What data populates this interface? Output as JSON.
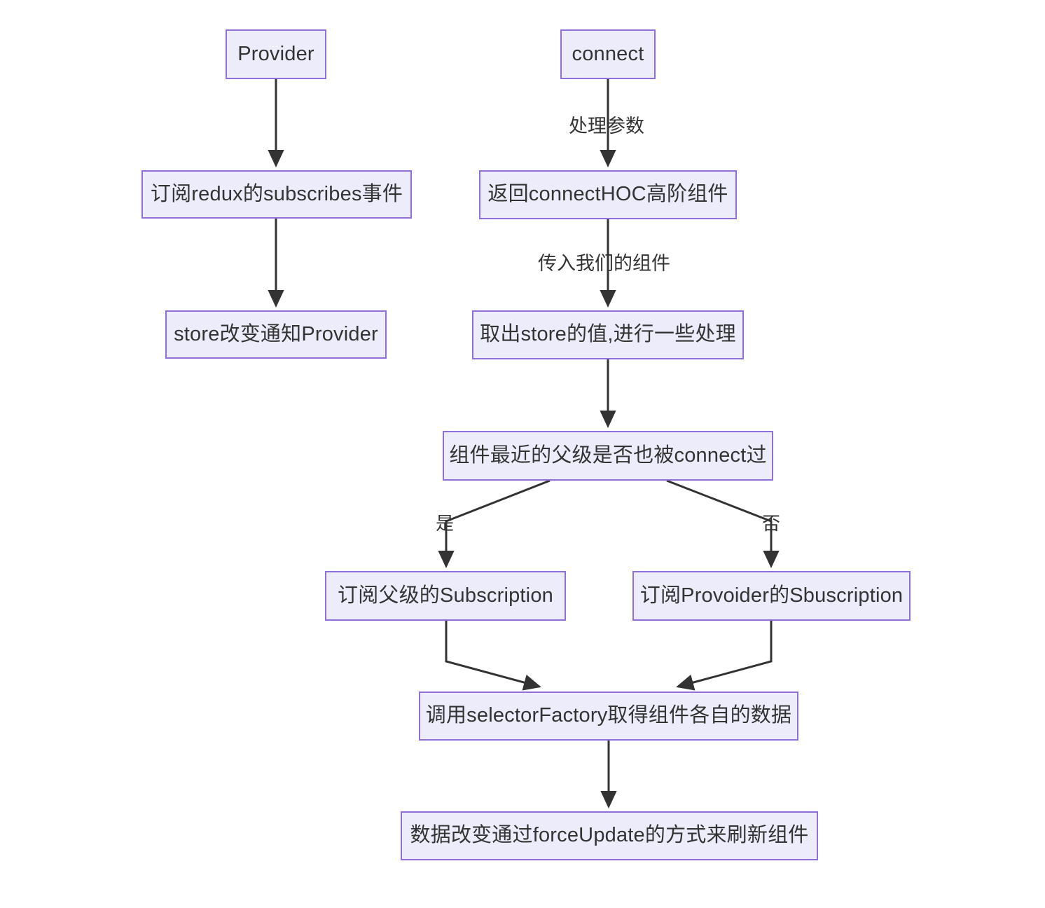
{
  "diagram": {
    "title": "react-redux flow",
    "colors": {
      "node_fill": "#ececfb",
      "node_border": "#9070d8",
      "edge_stroke": "#333333",
      "text": "#333333",
      "background": "#ffffff"
    },
    "nodes": [
      {
        "id": "provider",
        "label": "Provider"
      },
      {
        "id": "subscribe",
        "label": "订阅redux的subscribes事件"
      },
      {
        "id": "store-notify",
        "label": "store改变通知Provider"
      },
      {
        "id": "connect",
        "label": "connect"
      },
      {
        "id": "return-hoc",
        "label": "返回connectHOC高阶组件"
      },
      {
        "id": "take-store",
        "label": "取出store的值,进行一些处理"
      },
      {
        "id": "decision-parent",
        "label": "组件最近的父级是否也被connect过"
      },
      {
        "id": "parent-sub",
        "label": "订阅父级的Subscription"
      },
      {
        "id": "provider-sub",
        "label": "订阅Provoider的Sbuscription"
      },
      {
        "id": "selector-factory",
        "label": "调用selectorFactory取得组件各自的数据"
      },
      {
        "id": "force-update",
        "label": "数据改变通过forceUpdate的方式来刷新组件"
      }
    ],
    "edge_labels": [
      {
        "id": "process-args",
        "label": "处理参数"
      },
      {
        "id": "pass-component",
        "label": "传入我们的组件"
      },
      {
        "id": "branch-yes",
        "label": "是"
      },
      {
        "id": "branch-no",
        "label": "否"
      }
    ]
  }
}
